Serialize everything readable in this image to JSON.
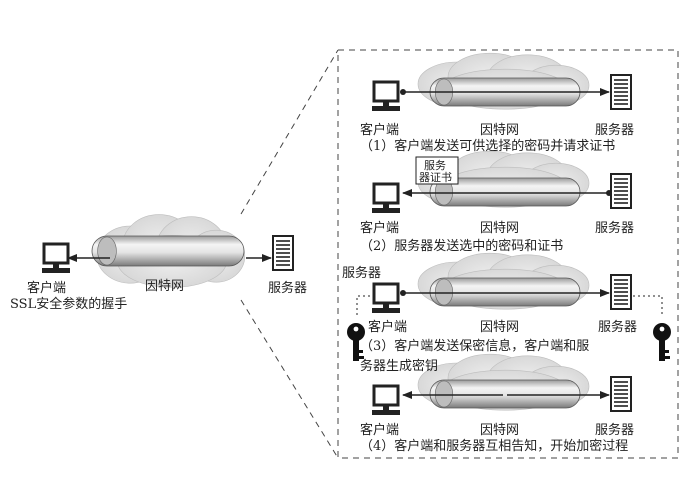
{
  "colors": {
    "ink": "#222222",
    "tube_light": "#f4f4f4",
    "tube_dark": "#7a7a7a",
    "cloud": "#d9d9d9"
  },
  "overview": {
    "client_label": "客户端",
    "internet_label": "因特网",
    "server_label": "服务器",
    "caption": "SSL安全参数的握手"
  },
  "steps": [
    {
      "client_label": "客户端",
      "internet_label": "因特网",
      "server_label": "服务器",
      "caption_lines": [
        "（1）客户端发送可供选择的密码并请求证书"
      ]
    },
    {
      "client_label": "客户端",
      "internet_label": "因特网",
      "server_label": "服务器",
      "certificate_lines": [
        "服务",
        "器证书"
      ],
      "caption_lines": [
        "（2）服务器发送选中的密码和证书"
      ]
    },
    {
      "heading": "服务器",
      "client_label": "客户端",
      "internet_label": "因特网",
      "server_label": "服务器",
      "caption_lines": [
        "（3）客户端发送保密信息，客户端和服",
        "务器生成密钥"
      ]
    },
    {
      "client_label": "客户端",
      "internet_label": "因特网",
      "server_label": "服务器",
      "caption_lines": [
        "（4）客户端和服务器互相告知，开始加密过程"
      ]
    }
  ]
}
